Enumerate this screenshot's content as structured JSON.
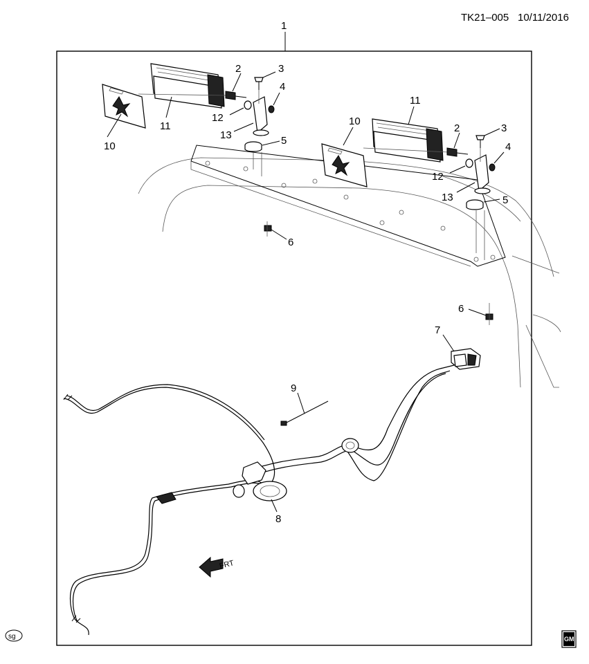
{
  "header": {
    "ref_code": "TK21–005",
    "date": "10/11/2016"
  },
  "corner_marks": {
    "left_badge": "sg",
    "right_logo": "GM"
  },
  "frt_arrow": "FRT",
  "callouts": {
    "assembly": "1",
    "bolt_left": "2",
    "screw_left": "3",
    "nut_left": "4",
    "spacer_left": "5",
    "nut_roof_left": "6",
    "nut_roof_right": "6",
    "switch": "7",
    "harness": "8",
    "tie_strap": "9",
    "cover_left": "10",
    "cover_right": "10",
    "lamp_left": "11",
    "lamp_right": "11",
    "washer_left": "12",
    "washer_right": "12",
    "bracket_left": "13",
    "bracket_right": "13",
    "bolt_right": "2",
    "screw_right": "3",
    "nut_right": "4",
    "spacer_right": "5"
  }
}
